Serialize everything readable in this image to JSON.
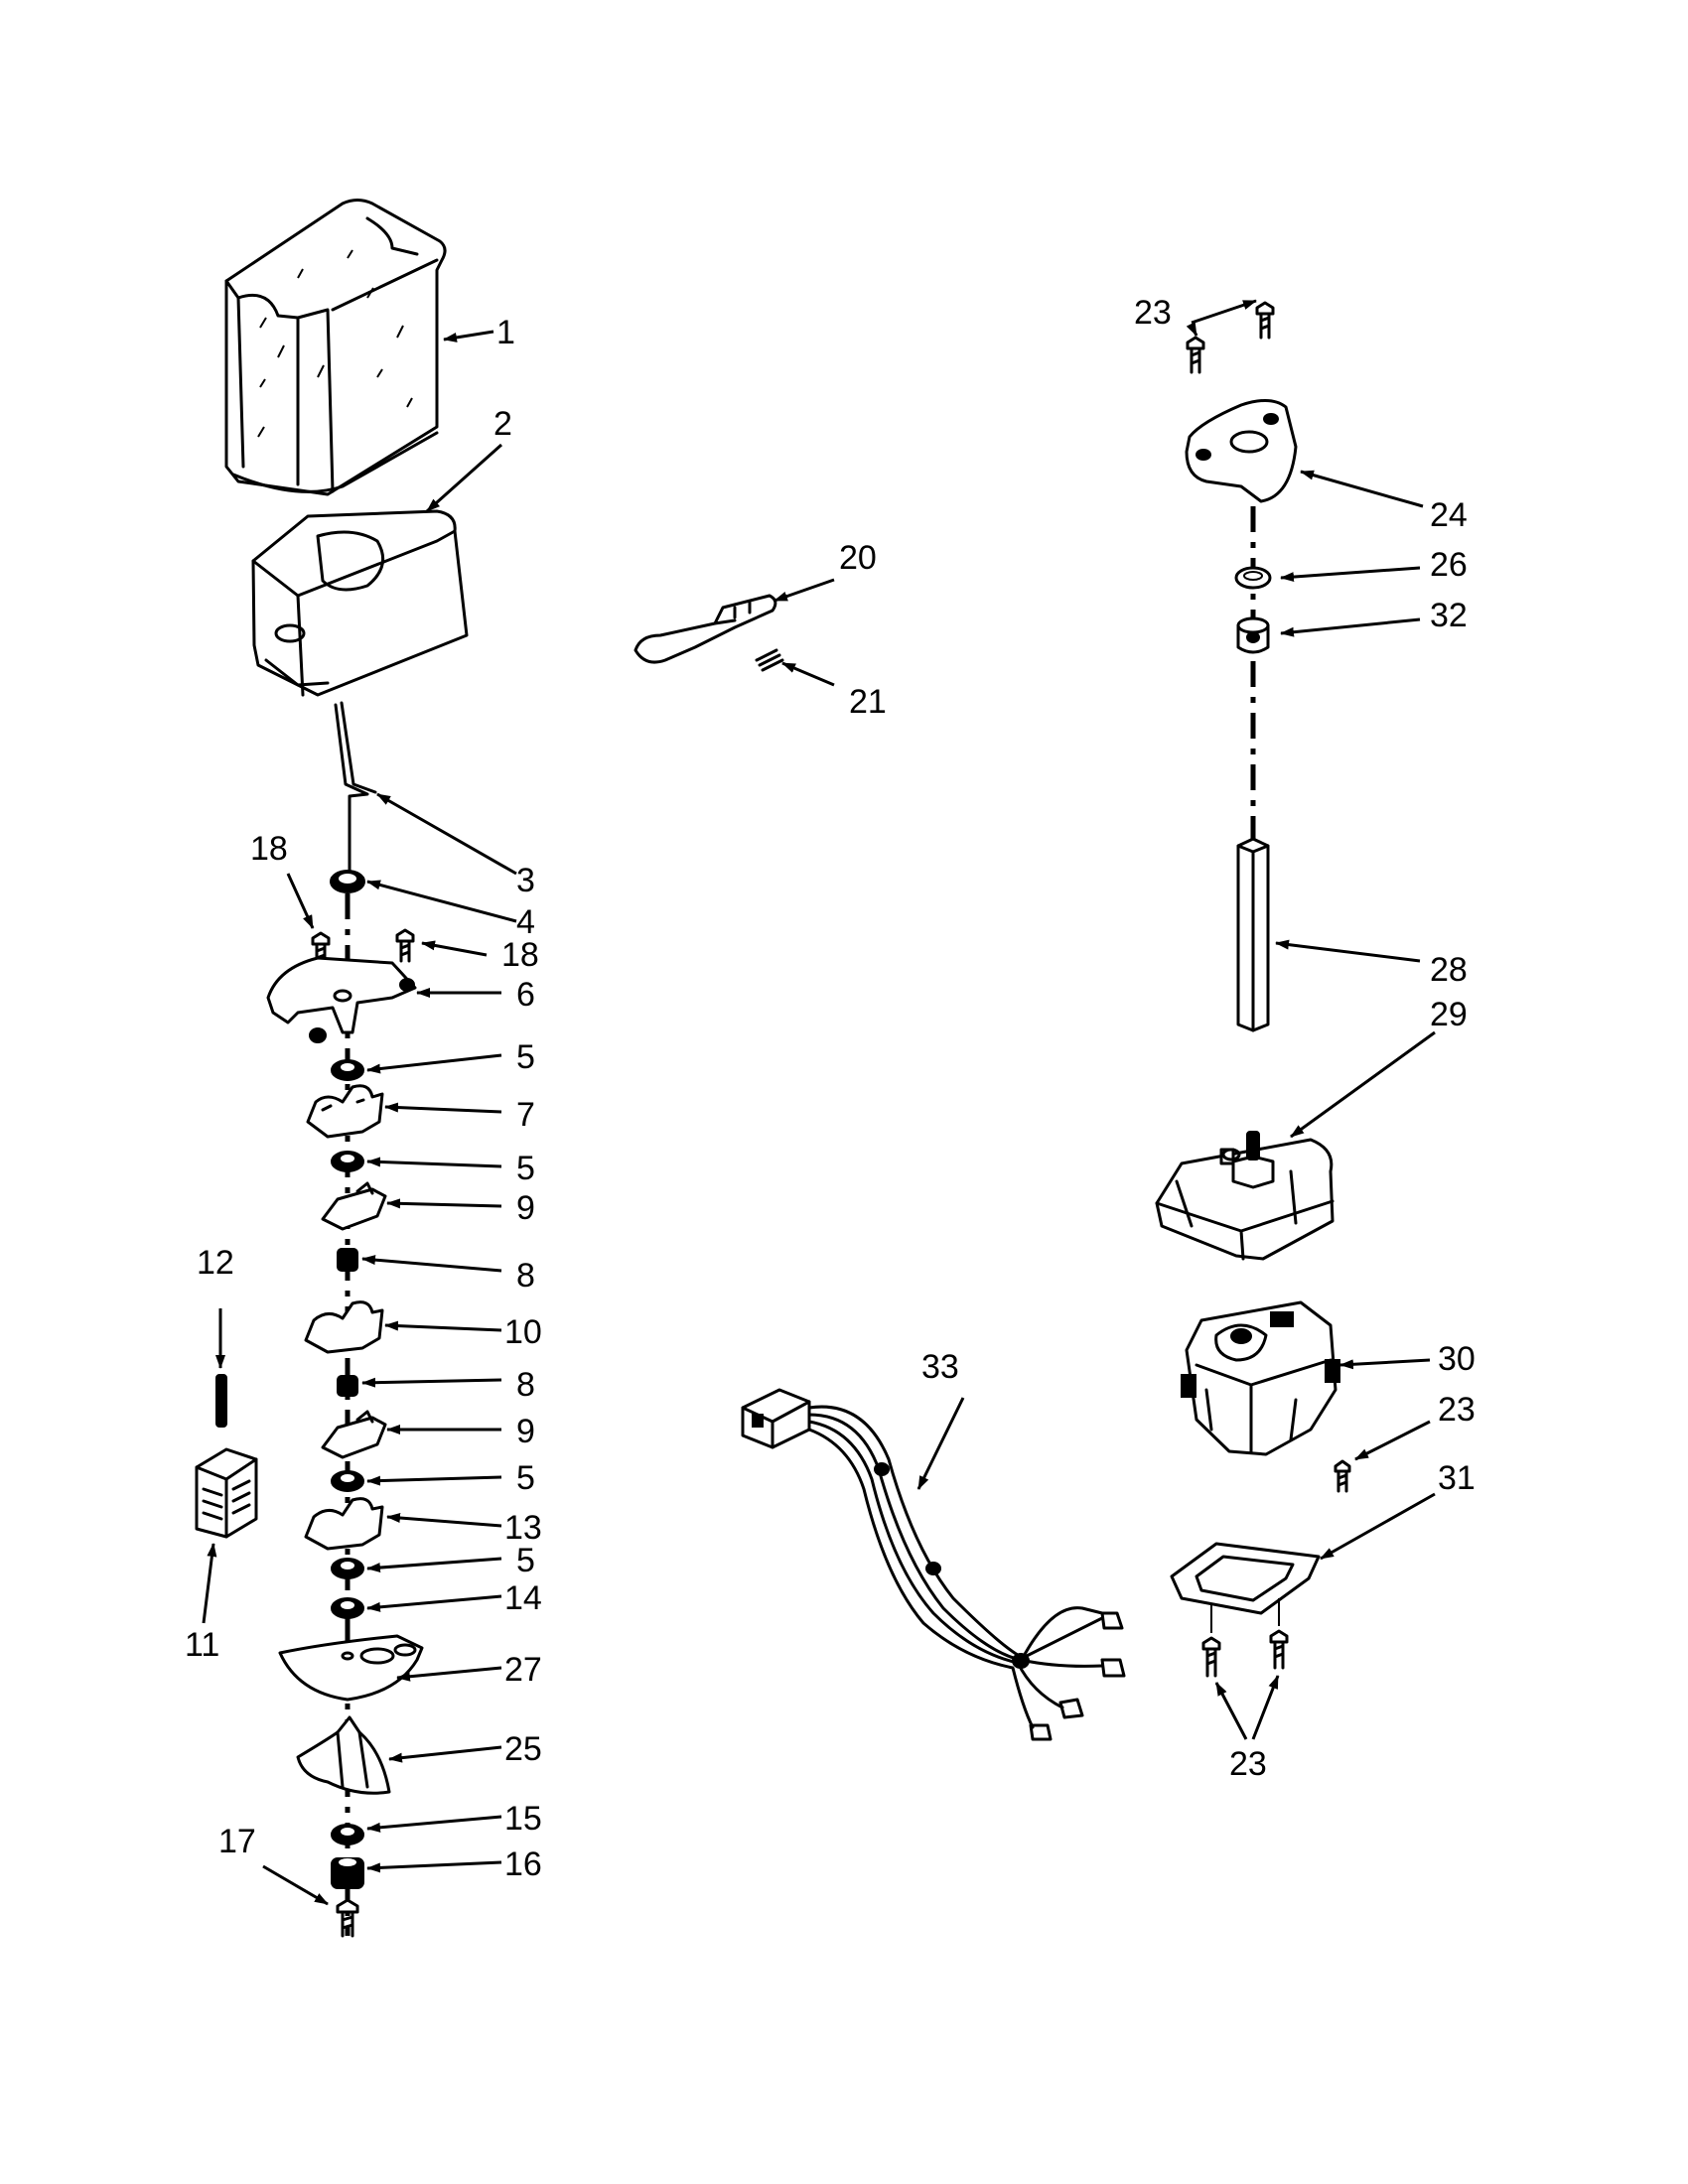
{
  "callouts": [
    {
      "id": "c1",
      "text": "1"
    },
    {
      "id": "c2",
      "text": "2"
    },
    {
      "id": "c3",
      "text": "3"
    },
    {
      "id": "c4",
      "text": "4"
    },
    {
      "id": "c18a",
      "text": "18"
    },
    {
      "id": "c18b",
      "text": "18"
    },
    {
      "id": "c6",
      "text": "6"
    },
    {
      "id": "c5a",
      "text": "5"
    },
    {
      "id": "c7",
      "text": "7"
    },
    {
      "id": "c5b",
      "text": "5"
    },
    {
      "id": "c9a",
      "text": "9"
    },
    {
      "id": "c8a",
      "text": "8"
    },
    {
      "id": "c12",
      "text": "12"
    },
    {
      "id": "c10",
      "text": "10"
    },
    {
      "id": "c8b",
      "text": "8"
    },
    {
      "id": "c9b",
      "text": "9"
    },
    {
      "id": "c5c",
      "text": "5"
    },
    {
      "id": "c13",
      "text": "13"
    },
    {
      "id": "c5d",
      "text": "5"
    },
    {
      "id": "c14",
      "text": "14"
    },
    {
      "id": "c11",
      "text": "11"
    },
    {
      "id": "c27",
      "text": "27"
    },
    {
      "id": "c25",
      "text": "25"
    },
    {
      "id": "c15",
      "text": "15"
    },
    {
      "id": "c17",
      "text": "17"
    },
    {
      "id": "c16",
      "text": "16"
    },
    {
      "id": "c20",
      "text": "20"
    },
    {
      "id": "c21",
      "text": "21"
    },
    {
      "id": "c33",
      "text": "33"
    },
    {
      "id": "c23a",
      "text": "23"
    },
    {
      "id": "c24",
      "text": "24"
    },
    {
      "id": "c26",
      "text": "26"
    },
    {
      "id": "c32",
      "text": "32"
    },
    {
      "id": "c28",
      "text": "28"
    },
    {
      "id": "c29",
      "text": "29"
    },
    {
      "id": "c30",
      "text": "30"
    },
    {
      "id": "c23b",
      "text": "23"
    },
    {
      "id": "c31",
      "text": "31"
    },
    {
      "id": "c23c",
      "text": "23"
    }
  ]
}
